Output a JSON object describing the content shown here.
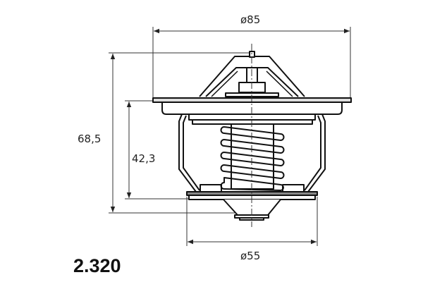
{
  "part_number": "2.320",
  "dimensions": {
    "flange_diameter": "ø85",
    "total_height": "68,5",
    "body_height": "42,3",
    "body_diameter": "ø55"
  },
  "colors": {
    "line": "#111111",
    "dim_line": "#333333"
  }
}
